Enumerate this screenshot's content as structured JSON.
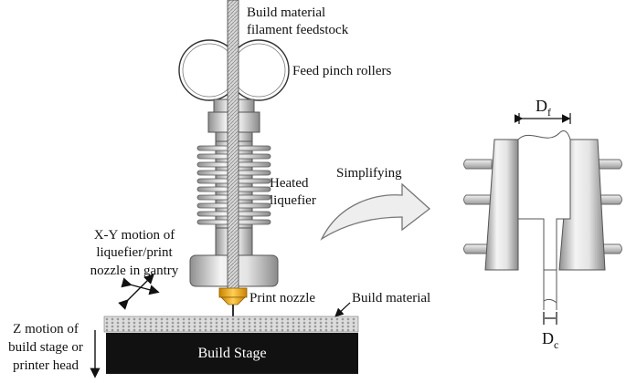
{
  "labels": {
    "filament_line1": "Build material",
    "filament_line2": "filament feedstock",
    "rollers": "Feed pinch rollers",
    "liquefier_line1": "Heated",
    "liquefier_line2": "liquefier",
    "simplifying": "Simplifying",
    "xy_line1": "X-Y motion of",
    "xy_line2": "liquefier/print",
    "xy_line3": "nozzle in gantry",
    "nozzle": "Print nozzle",
    "build_material": "Build material",
    "z_line1": "Z motion of",
    "z_line2": "build stage or",
    "z_line3": "printer head",
    "stage": "Build Stage",
    "df_symbol": "D",
    "df_sub": "f",
    "dc_symbol": "D",
    "dc_sub": "c"
  },
  "colors": {
    "metal_light": "#f2f2f2",
    "metal_mid": "#c4c4c4",
    "metal_dark": "#8a8a8a",
    "nozzle": "#e6a11c",
    "stage": "#111111",
    "arrow_fill": "#eeeeee"
  },
  "icons": {
    "xy": "diagonal-cross-arrows-icon",
    "z": "down-arrow-icon",
    "curve": "curved-arrow-icon"
  }
}
